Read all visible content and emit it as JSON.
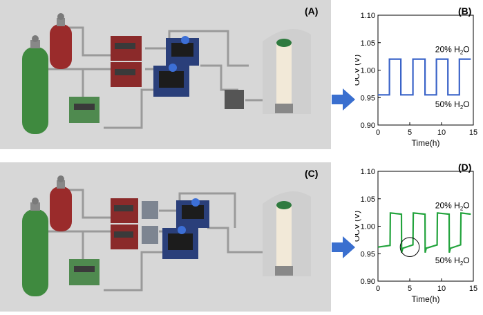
{
  "panels": {
    "a": {
      "label": "(A)"
    },
    "b": {
      "label": "(B)"
    },
    "c": {
      "label": "(C)"
    },
    "d": {
      "label": "(D)"
    }
  },
  "colors": {
    "background_scene": "#d7d7d7",
    "curve_b": "#3a63c8",
    "curve_d": "#22a33c",
    "arrow": "#3a6fcf",
    "bottle_red": "#9a2b2b",
    "bottle_green": "#3f8a3f",
    "box_blue": "#2a3f7a"
  },
  "chart_data": [
    {
      "type": "line",
      "panel": "B",
      "xlabel": "Time(h)",
      "ylabel": "OCV (V)",
      "xlim": [
        0,
        15
      ],
      "ylim": [
        0.9,
        1.1
      ],
      "xticks": [
        "0",
        "5",
        "10",
        "15"
      ],
      "yticks": [
        "0.90",
        "0.95",
        "1.00",
        "1.05",
        "1.10"
      ],
      "annotations": [
        {
          "text": "20% H",
          "sub": "2",
          "tail": "O",
          "x": 9.0,
          "y": 1.033
        },
        {
          "text": "50% H",
          "sub": "2",
          "tail": "O",
          "x": 9.0,
          "y": 0.933
        }
      ],
      "series": [
        {
          "x": [
            0,
            1.8,
            1.8,
            3.6,
            3.6,
            5.5,
            5.5,
            7.4,
            7.4,
            9.2,
            9.2,
            11.0,
            11.0,
            12.8,
            12.8,
            14.6
          ],
          "y": [
            0.955,
            0.955,
            1.02,
            1.02,
            0.955,
            0.955,
            1.02,
            1.02,
            0.955,
            0.955,
            1.02,
            1.02,
            0.955,
            0.955,
            1.02,
            1.02
          ]
        }
      ]
    },
    {
      "type": "line",
      "panel": "D",
      "xlabel": "Time(h)",
      "ylabel": "OCV (V)",
      "xlim": [
        0,
        15
      ],
      "ylim": [
        0.9,
        1.1
      ],
      "xticks": [
        "0",
        "5",
        "10",
        "15"
      ],
      "yticks": [
        "0.90",
        "0.95",
        "1.00",
        "1.05",
        "1.10"
      ],
      "annotations": [
        {
          "text": "20% H",
          "sub": "2",
          "tail": "O",
          "x": 9.0,
          "y": 1.033
        },
        {
          "text": "50% H",
          "sub": "2",
          "tail": "O",
          "x": 9.0,
          "y": 0.933
        }
      ],
      "highlight_circle": {
        "x": 5.0,
        "y": 0.962,
        "r": 1.5
      },
      "series": [
        {
          "x": [
            0,
            1.9,
            1.95,
            2.0,
            3.7,
            3.72,
            3.9,
            5.5,
            5.55,
            5.6,
            7.4,
            7.42,
            7.6,
            9.3,
            9.35,
            9.4,
            11.2,
            11.22,
            11.4,
            13.0,
            13.05,
            13.1,
            14.6
          ],
          "y": [
            0.962,
            0.965,
            1.024,
            1.024,
            1.022,
            0.952,
            0.96,
            0.966,
            1.024,
            1.024,
            1.022,
            0.952,
            0.96,
            0.966,
            1.024,
            1.024,
            1.022,
            0.952,
            0.96,
            0.966,
            1.024,
            1.024,
            1.022
          ]
        }
      ]
    }
  ]
}
